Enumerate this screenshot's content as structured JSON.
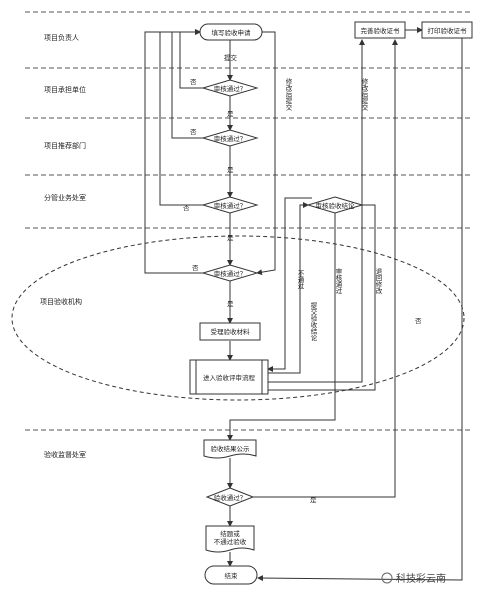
{
  "lanes": {
    "l1": "项目负责人",
    "l2": "项目承担单位",
    "l3": "项目推荐部门",
    "l4": "分管业务处室",
    "l5": "项目验收机构",
    "l6": "验收监督处室"
  },
  "nodes": {
    "apply": "填写验收申请",
    "review1": "审核通过？",
    "review2": "审核通过？",
    "review3": "审核通过？",
    "review4": "审核通过？",
    "accept": "受理验收材料",
    "process": "进入验收评审流程",
    "verify": "审核验收结论",
    "improve": "完善验收证书",
    "print": "打印验收证书",
    "publicity": "验收结果公示",
    "passed": "验收通过？",
    "result": "结题或\n不通过验收",
    "end": "结束"
  },
  "edges": {
    "submit": "提交",
    "yes1": "是",
    "yes2": "是",
    "yes3": "是",
    "yes4": "是",
    "yes5": "是",
    "no1": "否",
    "no2": "否",
    "no3": "否",
    "no4": "否",
    "no5": "否"
  },
  "vlabels": {
    "resubmit": "修改后提交",
    "resubmit2": "修改后提交",
    "notpass": "不通过",
    "conclusion": "提交验收结论",
    "auditpass": "审核通过",
    "returnmod": "退回修改"
  },
  "watermark": "科技彩云南",
  "colors": {
    "line": "#333333",
    "lane_line": "#555555"
  }
}
